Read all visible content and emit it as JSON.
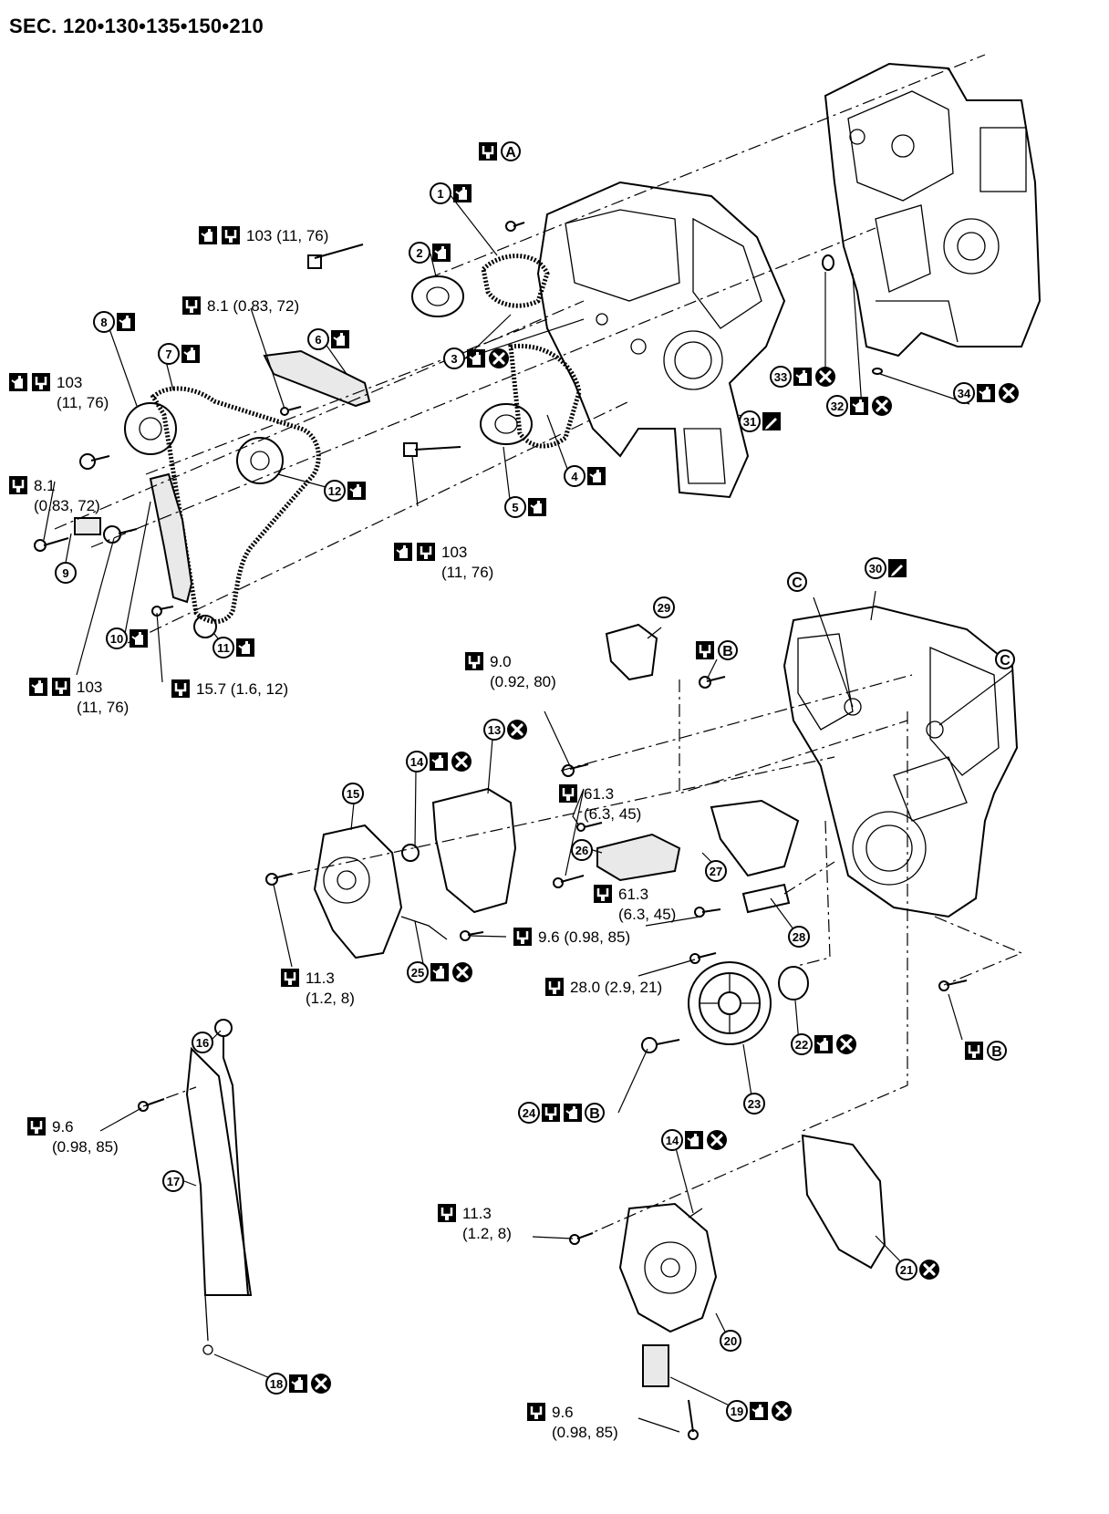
{
  "title": "SEC. 120•130•135•150•210",
  "colors": {
    "ink": "#000000",
    "paper": "#ffffff"
  },
  "icons": [
    "torque-wrench-icon",
    "oil-can-icon",
    "discard-x-icon",
    "liquid-gasket-icon"
  ],
  "callouts": [
    {
      "id": "c1",
      "number": "1",
      "symbols": [
        "oil"
      ]
    },
    {
      "id": "c2",
      "number": "2",
      "symbols": [
        "oil"
      ]
    },
    {
      "id": "c3",
      "number": "3",
      "symbols": [
        "oil",
        "x"
      ]
    },
    {
      "id": "c4",
      "number": "4",
      "symbols": [
        "oil"
      ]
    },
    {
      "id": "c5",
      "number": "5",
      "symbols": [
        "oil"
      ]
    },
    {
      "id": "c6",
      "number": "6",
      "symbols": [
        "oil"
      ]
    },
    {
      "id": "c7",
      "number": "7",
      "symbols": [
        "oil"
      ]
    },
    {
      "id": "c8",
      "number": "8",
      "symbols": [
        "oil"
      ]
    },
    {
      "id": "c9",
      "number": "9",
      "symbols": []
    },
    {
      "id": "c10",
      "number": "10",
      "symbols": [
        "oil"
      ]
    },
    {
      "id": "c11",
      "number": "11",
      "symbols": [
        "oil"
      ]
    },
    {
      "id": "c12",
      "number": "12",
      "symbols": [
        "oil"
      ]
    },
    {
      "id": "c13",
      "number": "13",
      "symbols": [
        "x"
      ]
    },
    {
      "id": "c14a",
      "number": "14",
      "symbols": [
        "oil",
        "x"
      ]
    },
    {
      "id": "c14b",
      "number": "14",
      "symbols": [
        "oil",
        "x"
      ]
    },
    {
      "id": "c15",
      "number": "15",
      "symbols": []
    },
    {
      "id": "c16",
      "number": "16",
      "symbols": []
    },
    {
      "id": "c17",
      "number": "17",
      "symbols": []
    },
    {
      "id": "c18",
      "number": "18",
      "symbols": [
        "oil",
        "x"
      ]
    },
    {
      "id": "c19",
      "number": "19",
      "symbols": [
        "oil",
        "x"
      ]
    },
    {
      "id": "c20",
      "number": "20",
      "symbols": []
    },
    {
      "id": "c21",
      "number": "21",
      "symbols": [
        "x"
      ]
    },
    {
      "id": "c22",
      "number": "22",
      "symbols": [
        "oil",
        "x"
      ]
    },
    {
      "id": "c23",
      "number": "23",
      "symbols": []
    },
    {
      "id": "c24",
      "number": "24",
      "symbols": [
        "wrench",
        "oil",
        "B"
      ]
    },
    {
      "id": "c25",
      "number": "25",
      "symbols": [
        "oil",
        "x"
      ]
    },
    {
      "id": "c26",
      "number": "26",
      "symbols": []
    },
    {
      "id": "c27",
      "number": "27",
      "symbols": []
    },
    {
      "id": "c28",
      "number": "28",
      "symbols": []
    },
    {
      "id": "c29",
      "number": "29",
      "symbols": []
    },
    {
      "id": "c30",
      "number": "30",
      "symbols": [
        "gasket"
      ]
    },
    {
      "id": "c31",
      "number": "31",
      "symbols": [
        "gasket"
      ]
    },
    {
      "id": "c32",
      "number": "32",
      "symbols": [
        "oil",
        "x"
      ]
    },
    {
      "id": "c33",
      "number": "33",
      "symbols": [
        "oil",
        "x"
      ]
    },
    {
      "id": "c34",
      "number": "34",
      "symbols": [
        "oil",
        "x"
      ]
    }
  ],
  "torque_specs": [
    {
      "id": "tA",
      "symbols": [
        "wrench"
      ],
      "letter": "A",
      "line1": "",
      "line2": ""
    },
    {
      "id": "t103a",
      "symbols": [
        "oil",
        "wrench"
      ],
      "line1": "103 (11, 76)",
      "line2": ""
    },
    {
      "id": "t81a",
      "symbols": [
        "wrench"
      ],
      "line1": "8.1 (0.83, 72)",
      "line2": ""
    },
    {
      "id": "t103b",
      "symbols": [
        "oil",
        "wrench"
      ],
      "line1": "103",
      "line2": "(11, 76)"
    },
    {
      "id": "t81b",
      "symbols": [
        "wrench"
      ],
      "line1": "8.1",
      "line2": "(0.83, 72)"
    },
    {
      "id": "t103c",
      "symbols": [
        "oil",
        "wrench"
      ],
      "line1": "103",
      "line2": "(11, 76)"
    },
    {
      "id": "t103d",
      "symbols": [
        "oil",
        "wrench"
      ],
      "line1": "103",
      "line2": "(11, 76)"
    },
    {
      "id": "t157",
      "symbols": [
        "wrench"
      ],
      "line1": "15.7 (1.6, 12)",
      "line2": ""
    },
    {
      "id": "t90",
      "symbols": [
        "wrench"
      ],
      "line1": "9.0",
      "line2": "(0.92, 80)"
    },
    {
      "id": "tB1",
      "symbols": [
        "wrench"
      ],
      "letter": "B",
      "line1": "",
      "line2": ""
    },
    {
      "id": "t613a",
      "symbols": [
        "wrench"
      ],
      "line1": "61.3",
      "line2": "(6.3, 45)"
    },
    {
      "id": "t613b",
      "symbols": [
        "wrench"
      ],
      "line1": "61.3",
      "line2": "(6.3, 45)"
    },
    {
      "id": "t96a",
      "symbols": [
        "wrench"
      ],
      "line1": "9.6 (0.98, 85)",
      "line2": ""
    },
    {
      "id": "t113a",
      "symbols": [
        "wrench"
      ],
      "line1": "11.3",
      "line2": "(1.2, 8)"
    },
    {
      "id": "t280",
      "symbols": [
        "wrench"
      ],
      "line1": "28.0 (2.9, 21)",
      "line2": ""
    },
    {
      "id": "tB2",
      "symbols": [
        "wrench"
      ],
      "letter": "B",
      "line1": "",
      "line2": ""
    },
    {
      "id": "t96b",
      "symbols": [
        "wrench"
      ],
      "line1": "9.6",
      "line2": "(0.98, 85)"
    },
    {
      "id": "t113b",
      "symbols": [
        "wrench"
      ],
      "line1": "11.3",
      "line2": "(1.2, 8)"
    },
    {
      "id": "t96c",
      "symbols": [
        "wrench"
      ],
      "line1": "9.6",
      "line2": "(0.98, 85)"
    }
  ],
  "refs": [
    {
      "id": "rC1",
      "letter": "C"
    },
    {
      "id": "rC2",
      "letter": "C"
    }
  ]
}
